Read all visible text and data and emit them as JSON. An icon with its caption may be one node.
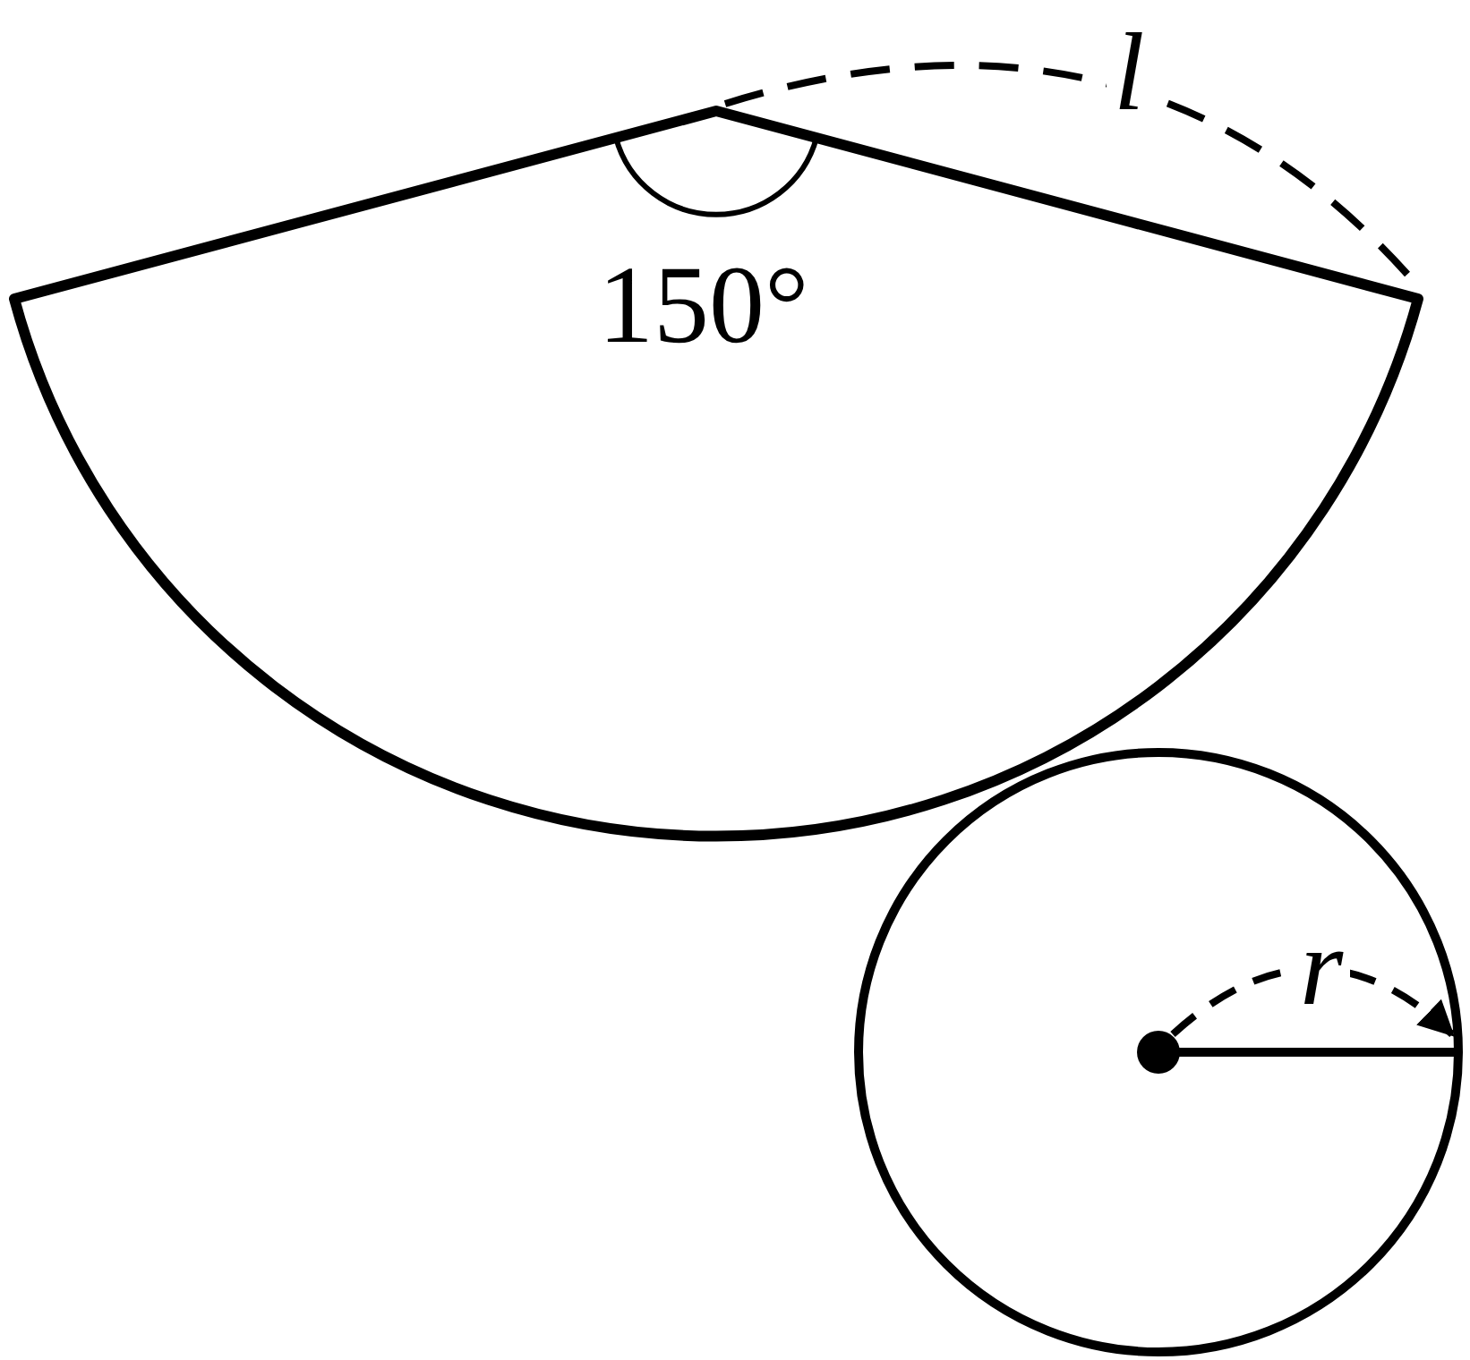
{
  "diagram": {
    "nodes": [
      {
        "text": [
          "150°"
        ],
        "beside": [
          "l"
        ]
      },
      {
        "text": [
          "r"
        ]
      }
    ]
  }
}
